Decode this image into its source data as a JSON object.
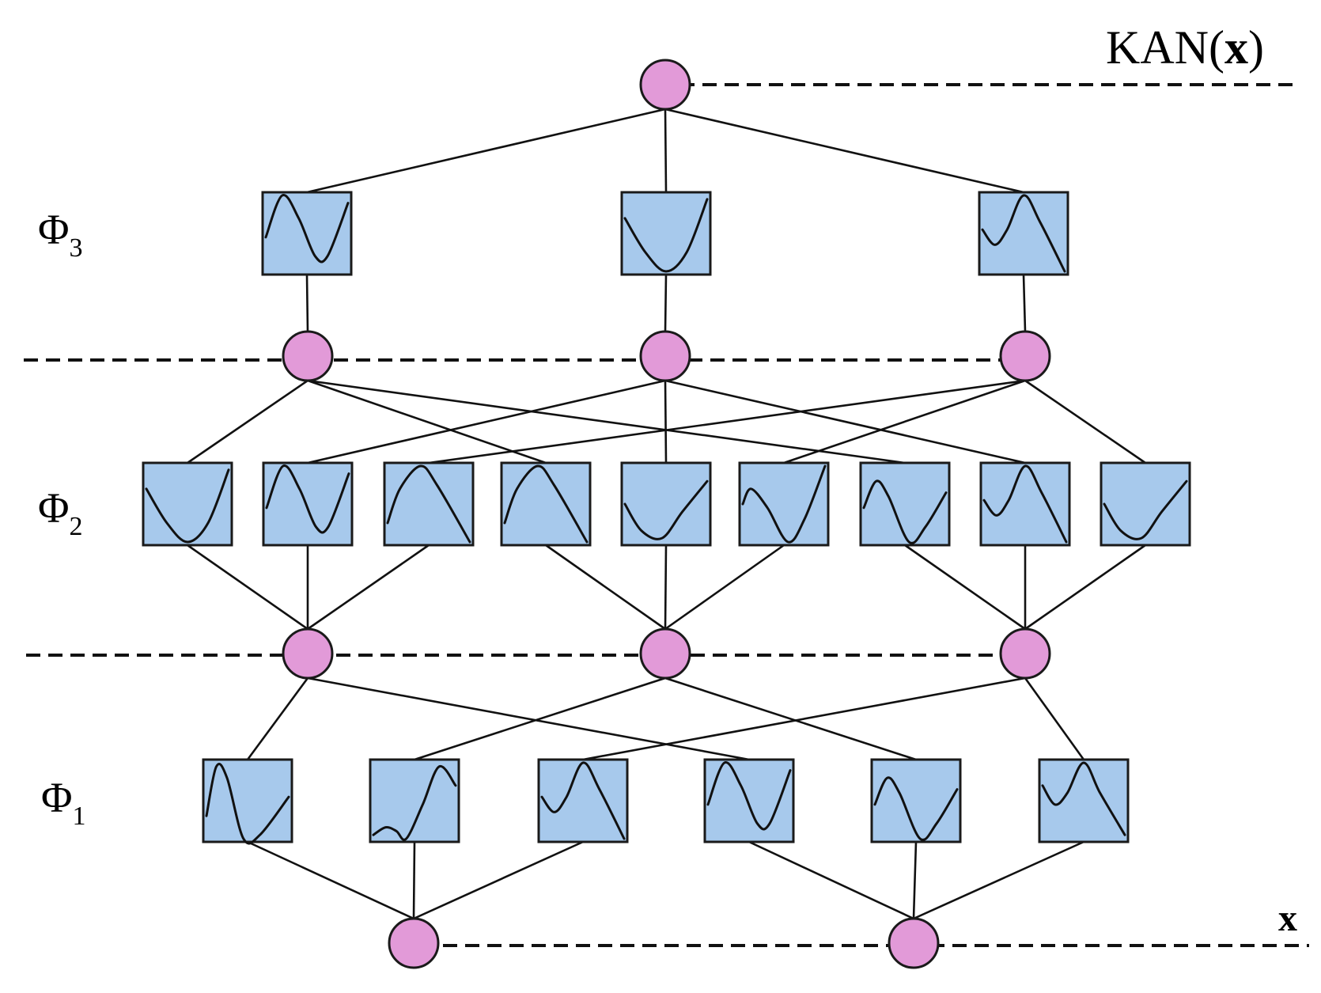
{
  "labels": {
    "output": {
      "prefix": "KAN(",
      "bold": "x",
      "suffix": ")"
    },
    "input": "x",
    "layers": [
      {
        "symbol": "Φ",
        "index": "3"
      },
      {
        "symbol": "Φ",
        "index": "2"
      },
      {
        "symbol": "Φ",
        "index": "1"
      }
    ]
  },
  "colors": {
    "node_fill": "#e29ad8",
    "node_stroke": "#1a1a1a",
    "box_fill": "#a7c9ec",
    "box_stroke": "#1a1a1a",
    "edge": "#111111",
    "dash": "#111111"
  },
  "network": {
    "node_layers": [
      2,
      3,
      3,
      1
    ],
    "activation_layers": [
      {
        "name": "phi-1",
        "count": 6,
        "shapes": [
          "bump-left",
          "wave-up",
          "dip-peak",
          "hump-dip",
          "peak-dip",
          "dip-peak-fall"
        ]
      },
      {
        "name": "phi-2",
        "count": 9,
        "shapes": [
          "valley",
          "hump-dip",
          "hump",
          "hump",
          "valley-up",
          "wave-dip",
          "peak-dip",
          "dip-peak",
          "valley-up"
        ]
      },
      {
        "name": "phi-3",
        "count": 3,
        "shapes": [
          "hump-dip",
          "valley",
          "dip-peak"
        ]
      }
    ]
  }
}
